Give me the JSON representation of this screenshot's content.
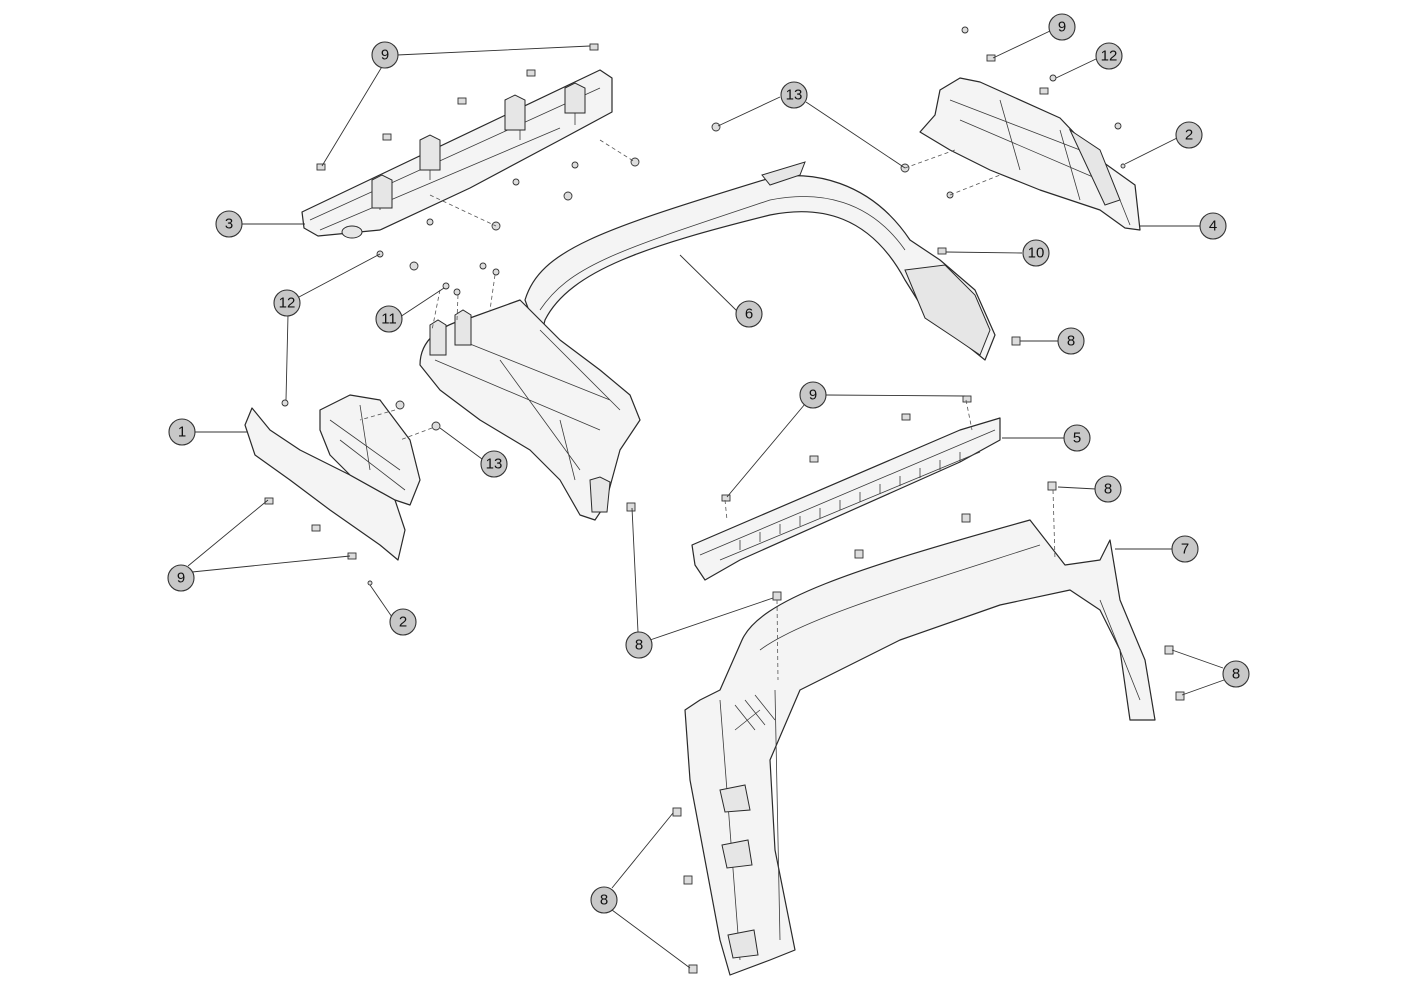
{
  "callouts": [
    {
      "id": "c1",
      "label": "1"
    },
    {
      "id": "c2a",
      "label": "2"
    },
    {
      "id": "c2b",
      "label": "2"
    },
    {
      "id": "c3",
      "label": "3"
    },
    {
      "id": "c4",
      "label": "4"
    },
    {
      "id": "c5",
      "label": "5"
    },
    {
      "id": "c6",
      "label": "6"
    },
    {
      "id": "c7",
      "label": "7"
    },
    {
      "id": "c8a",
      "label": "8"
    },
    {
      "id": "c8b",
      "label": "8"
    },
    {
      "id": "c8c",
      "label": "8"
    },
    {
      "id": "c8d",
      "label": "8"
    },
    {
      "id": "c8e",
      "label": "8"
    },
    {
      "id": "c9a",
      "label": "9"
    },
    {
      "id": "c9b",
      "label": "9"
    },
    {
      "id": "c9c",
      "label": "9"
    },
    {
      "id": "c9d",
      "label": "9"
    },
    {
      "id": "c10",
      "label": "10"
    },
    {
      "id": "c11",
      "label": "11"
    },
    {
      "id": "c12a",
      "label": "12"
    },
    {
      "id": "c12b",
      "label": "12"
    },
    {
      "id": "c13a",
      "label": "13"
    },
    {
      "id": "c13b",
      "label": "13"
    }
  ]
}
